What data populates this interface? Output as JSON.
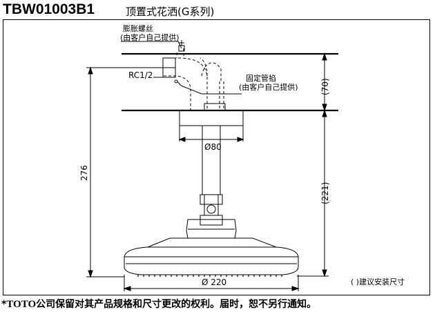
{
  "header": {
    "model": "TBW01003B1",
    "title": "顶置式花洒(G系列)"
  },
  "annotations": {
    "bolt_label": "膨胀螺丝",
    "bolt_note": "(由客户自己提供)",
    "thread_label": "RC1/2",
    "fixing_label": "固定管掐",
    "fixing_note": "(由客户自己提供)",
    "legend_note": "( )建议安装尺寸"
  },
  "dimensions": {
    "total_height": "276",
    "ceiling_gap": "(70)",
    "lower_height": "(221)",
    "pipe_diameter": "Ø80",
    "head_diameter": "Ø 220"
  },
  "footer": {
    "star": "*",
    "brand": "TOTO",
    "text": "公司保留对其产品规格和尺寸更改的权利。届时，恕不另行通知。"
  }
}
